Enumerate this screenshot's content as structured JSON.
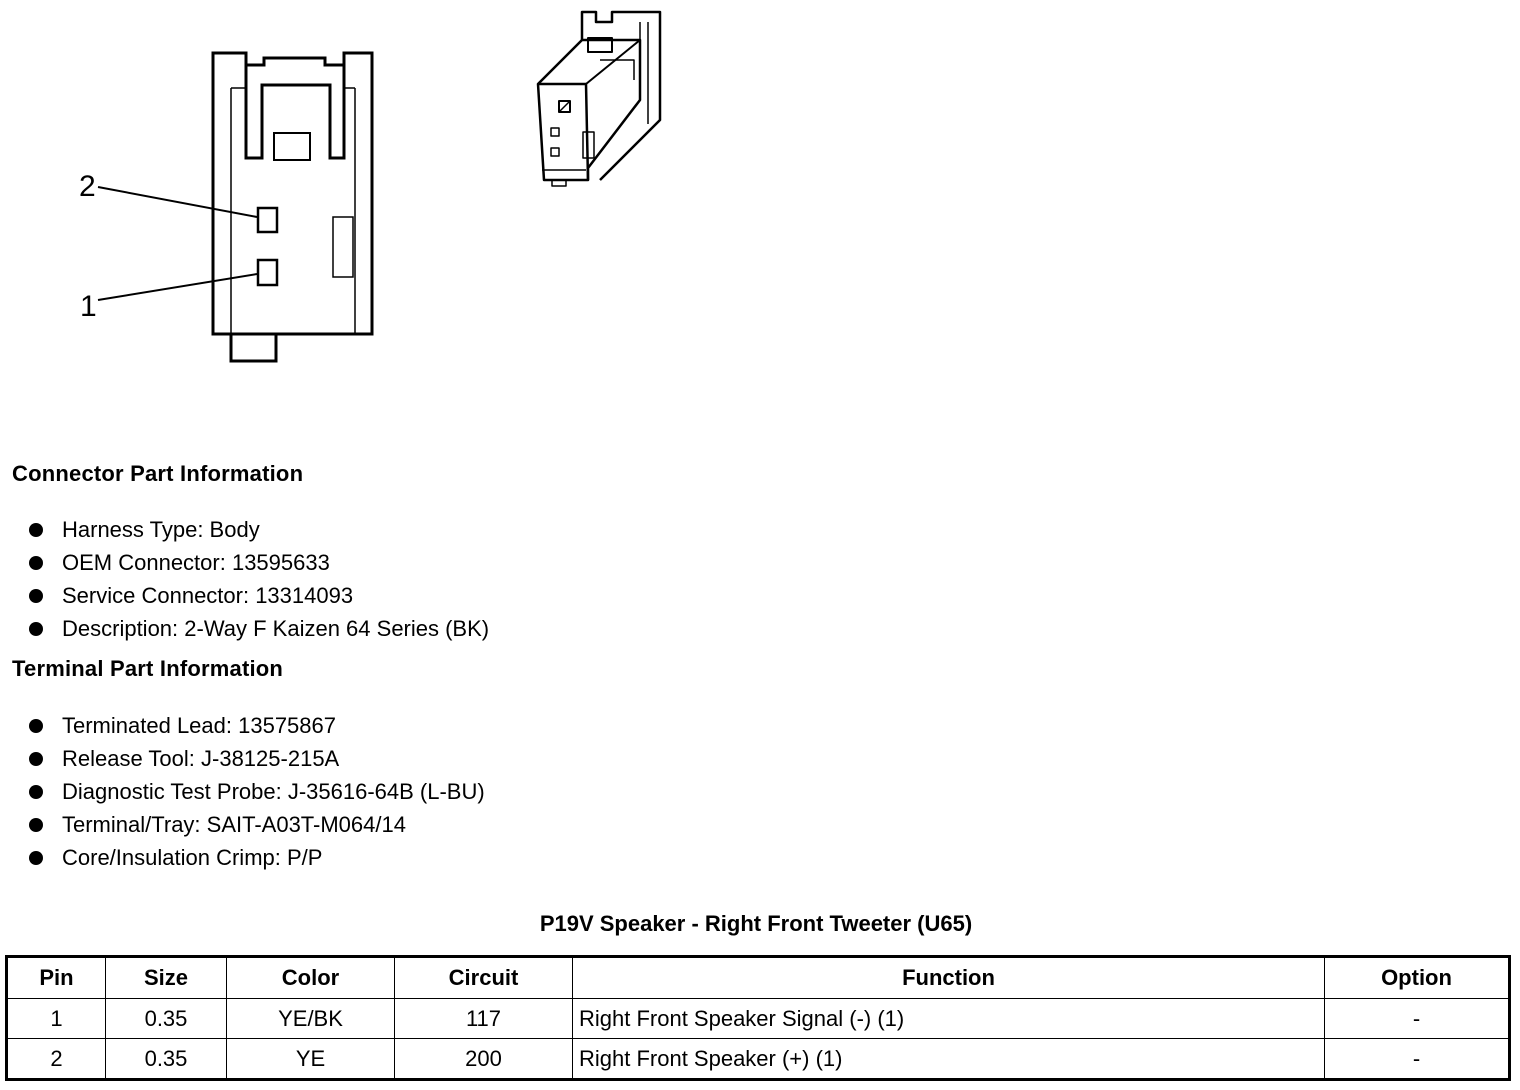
{
  "connector_face": {
    "pin_labels": [
      "2",
      "1"
    ]
  },
  "connector_part": {
    "heading": "Connector Part Information",
    "items": [
      "Harness Type: Body",
      "OEM Connector: 13595633",
      "Service Connector: 13314093",
      "Description: 2-Way F Kaizen 64 Series (BK)"
    ]
  },
  "terminal_part": {
    "heading": "Terminal Part Information",
    "items": [
      "Terminated Lead: 13575867",
      "Release Tool: J-38125-215A",
      "Diagnostic Test Probe: J-35616-64B (L-BU)",
      "Terminal/Tray: SAIT-A03T-M064/14",
      "Core/Insulation Crimp: P/P"
    ]
  },
  "table": {
    "title": "P19V Speaker - Right Front Tweeter (U65)",
    "headers": [
      "Pin",
      "Size",
      "Color",
      "Circuit",
      "Function",
      "Option"
    ],
    "rows": [
      [
        "1",
        "0.35",
        "YE/BK",
        "117",
        "Right Front Speaker Signal (-) (1)",
        "-"
      ],
      [
        "2",
        "0.35",
        "YE",
        "200",
        "Right Front Speaker (+) (1)",
        "-"
      ]
    ]
  }
}
